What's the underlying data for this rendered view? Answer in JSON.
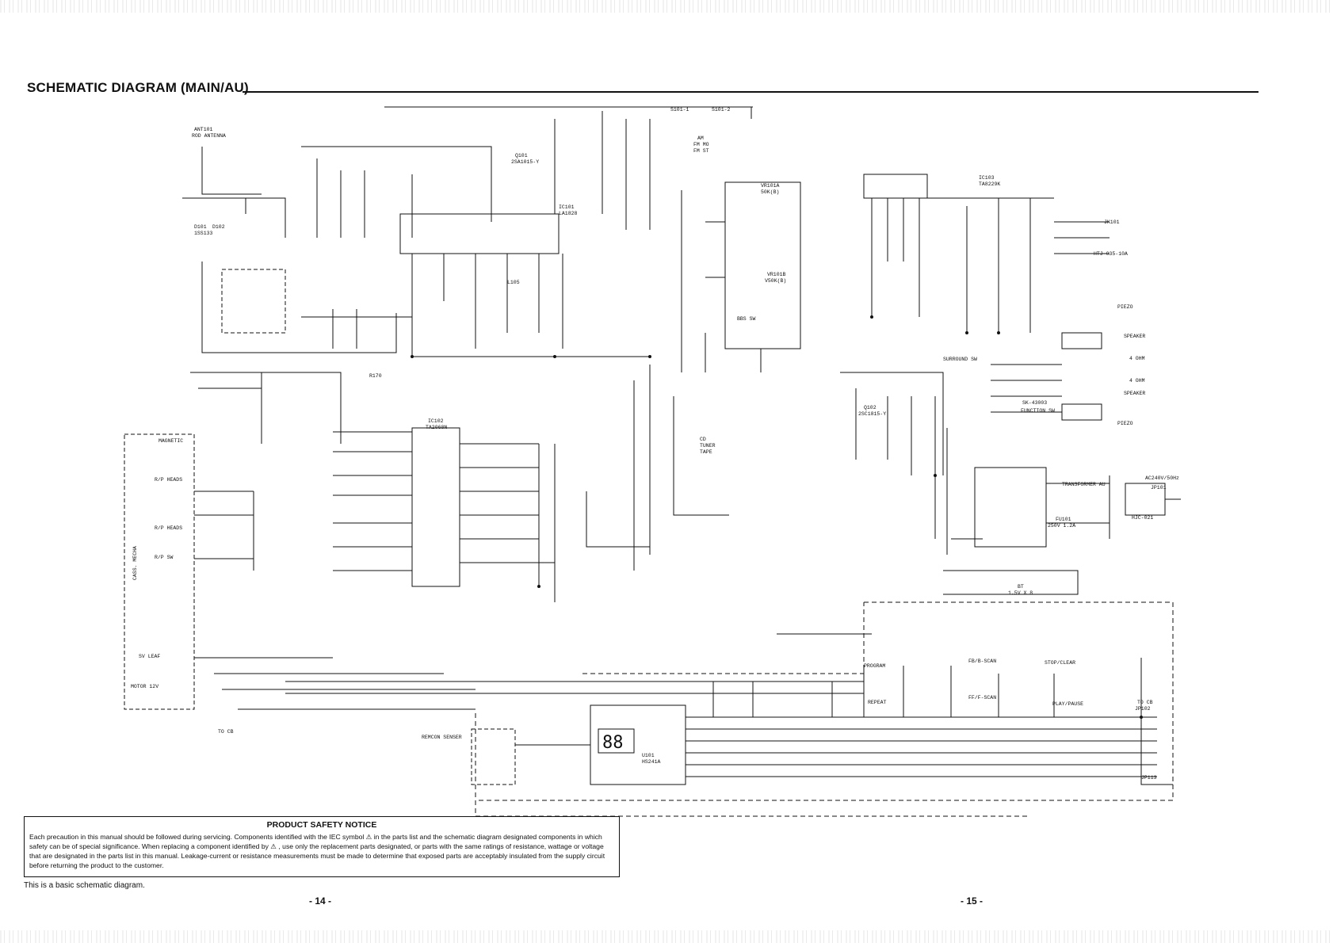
{
  "page_title": "SCHEMATIC DIAGRAM (MAIN/AU)",
  "notice": {
    "title": "PRODUCT SAFETY NOTICE",
    "body": "Each precaution in this manual should be followed during servicing. Components identified with the IEC symbol ⚠ in the parts list and the schematic diagram designated components in which safety can be of special significance. When replacing a component identified by ⚠ , use only the replacement parts designated, or parts with the same ratings of resistance, wattage or voltage that are designated in the parts list in this manual. Leakage-current or resistance measurements must be made to determine that exposed parts are acceptably insulated from the supply circuit before returning the product to the customer."
  },
  "footnote": "This is a basic schematic diagram.",
  "page_left": "- 14 -",
  "page_right": "- 15 -",
  "labels": {
    "ant": "ANT101",
    "rod": "ROD ANTENNA",
    "ic101": "IC101",
    "ic101_part": "LA1828",
    "ic102": "IC102",
    "ic102_part": "TA2068N",
    "ic103": "IC103",
    "ic103_part": "TA8229K",
    "vr101": "VR101A",
    "vr101_val": "50K(B)",
    "vr101b": "VR101B",
    "vr101b_val": "V50K(B)",
    "bass": "BBS SW",
    "surround": "SURROUND SW",
    "function": "FUNCTION SW",
    "cd_tuner_tape_1": "CD",
    "cd_tuner_tape_2": "TUNER",
    "cd_tuner_tape_3": "TAPE",
    "sk": "SK-43003",
    "jk101": "JK101",
    "jk_part": "HTJ-035-10A",
    "speaker_r": "SPEAKER",
    "speaker_l": "SPEAKER",
    "ohm_r": "4 OHM",
    "ohm_l": "4 OHM",
    "piezo_1": "PIEZO",
    "piezo_2": "PIEZO",
    "transformer": "TRANSFORMER AU",
    "ac": "AC240V/50Hz",
    "jp101": "JP101",
    "hjc": "HJC-021",
    "fuse": "FU101",
    "fuse_val": "250V 1.2A",
    "bt": "BT",
    "bt_val": "1.5V X 8",
    "magnetic": "MAGNETIC",
    "rp_heads_1": "R/P HEADS",
    "rp_heads_2": "R/P HEADS",
    "cass_mecha": "CASS. MECHA",
    "rp_sw": "R/P SW",
    "sv_leaf": "SV LEAF",
    "motor": "MOTOR 12V",
    "to_cb": "TO CB",
    "remcon": "REMCON SENSER",
    "u101": "U101",
    "lcd_part": "HS241A",
    "lcd_digits": "88",
    "program": "PROGRAM",
    "fbscan": "FB/B-SCAN",
    "stop": "STOP/CLEAR",
    "repeat": "REPEAT",
    "ffscan": "FF/F-SCAN",
    "playpause": "PLAY/PAUSE",
    "to_cb2": "TO CB",
    "jp102": "JP102",
    "jp113": "JP113",
    "am": "AM",
    "fm_mo": "FM MO",
    "fm_st": "FM ST",
    "s101": "S101-1",
    "s101_2": "S101-2",
    "r170": "R170",
    "l105": "L105",
    "d101": "D101",
    "d102": "D102",
    "d101_part": "1SS133",
    "q101": "Q101",
    "q101_part": "2SA1015-Y",
    "q102": "Q102",
    "q102_part": "2SC1815-Y"
  }
}
